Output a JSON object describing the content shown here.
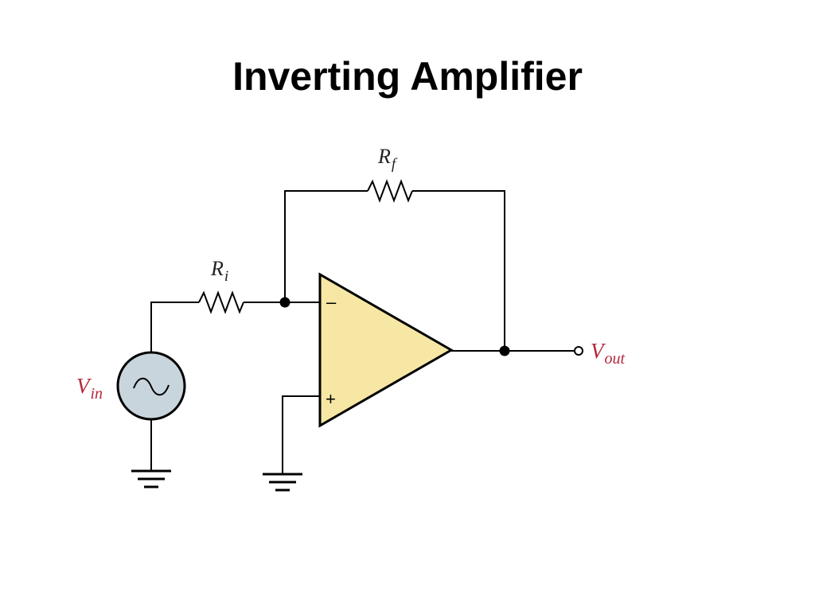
{
  "slide": {
    "title": "Inverting Amplifier"
  },
  "diagram": {
    "labels": {
      "rf_main": "R",
      "rf_sub": "f",
      "ri_main": "R",
      "ri_sub": "i",
      "vin_main": "V",
      "vin_sub": "in",
      "vout_main": "V",
      "vout_sub": "out",
      "minus": "–",
      "plus": "+"
    },
    "colors": {
      "wire": "#000000",
      "opamp_fill": "#f6e7a4",
      "source_fill": "#c9d5dc",
      "signal_label": "#b5263a",
      "component_label": "#222222"
    },
    "components": [
      {
        "id": "Rf",
        "kind": "resistor",
        "label": "Rf"
      },
      {
        "id": "Ri",
        "kind": "resistor",
        "label": "Ri"
      },
      {
        "id": "Vin",
        "kind": "ac-source",
        "label": "Vin"
      },
      {
        "id": "U1",
        "kind": "op-amp",
        "inputs": [
          "–",
          "+"
        ]
      },
      {
        "id": "GND1",
        "kind": "ground"
      },
      {
        "id": "GND2",
        "kind": "ground"
      }
    ]
  }
}
